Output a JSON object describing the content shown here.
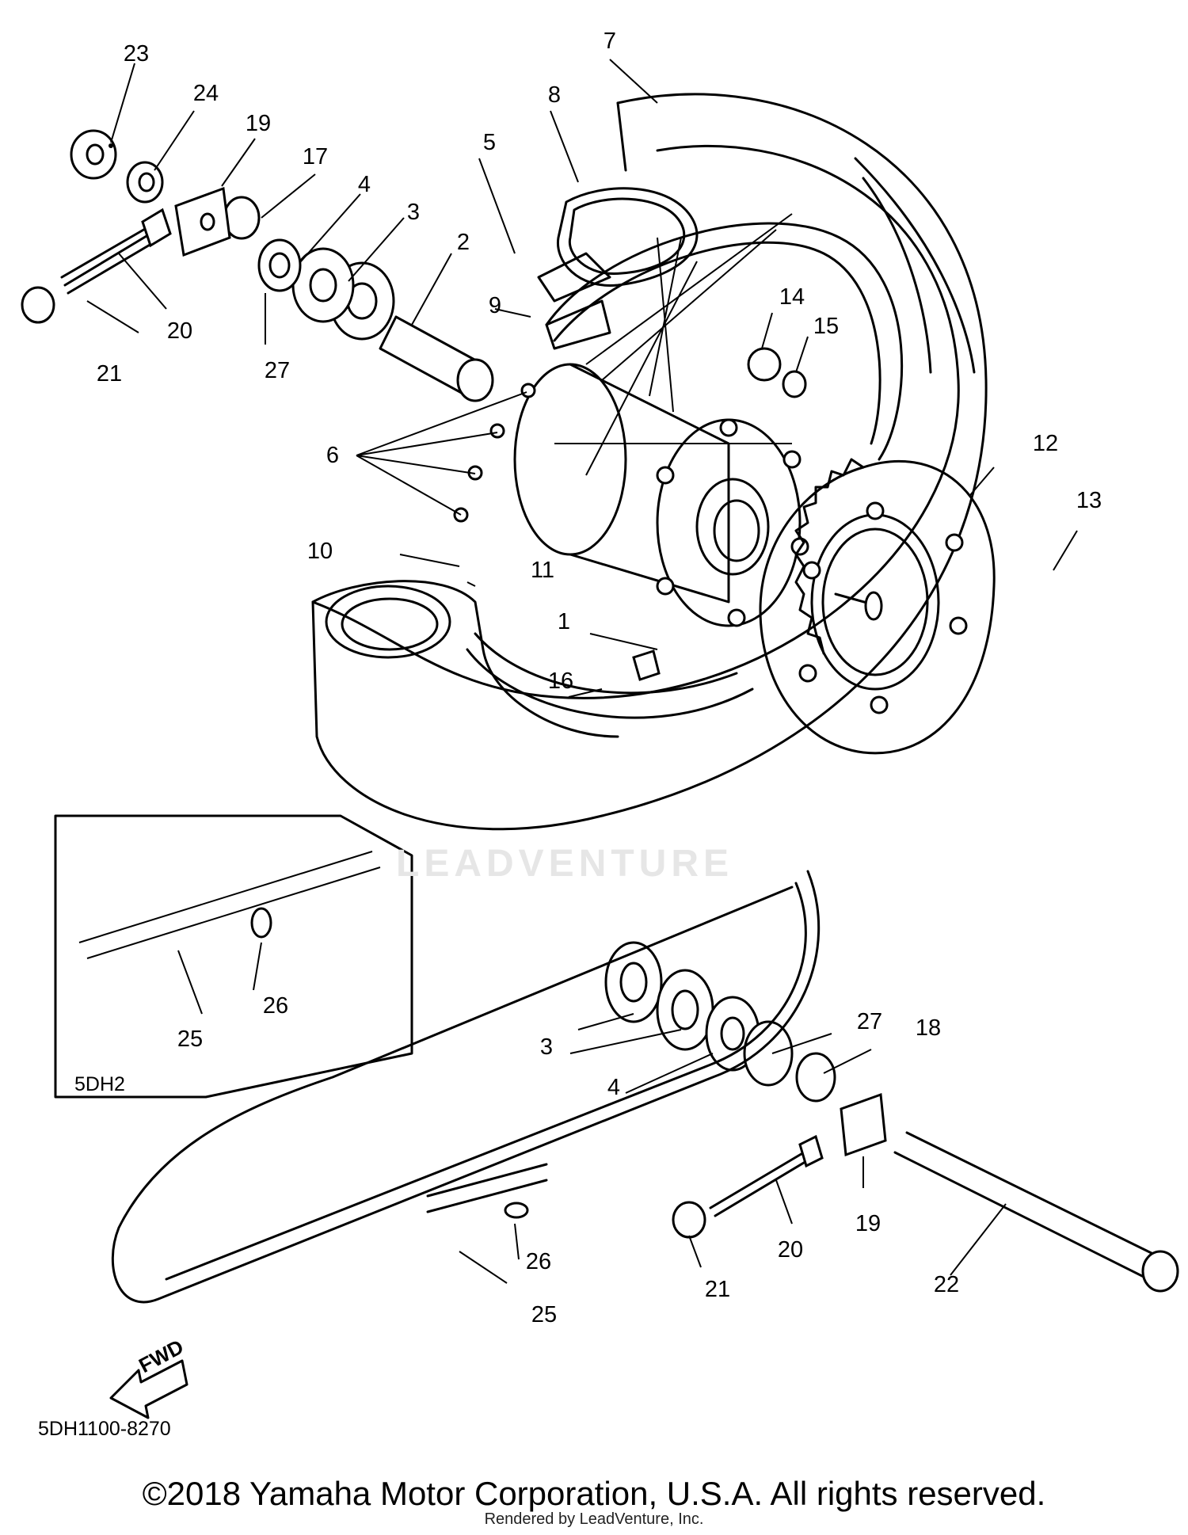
{
  "diagram": {
    "callouts": [
      "1",
      "2",
      "3",
      "4",
      "5",
      "6",
      "7",
      "8",
      "9",
      "10",
      "11",
      "12",
      "13",
      "14",
      "15",
      "16",
      "17",
      "18",
      "19",
      "20",
      "21",
      "22",
      "23",
      "24",
      "25",
      "26",
      "27"
    ],
    "variant_label": "5DH2",
    "drawing_code": "5DH1100-8270",
    "fwd_arrow": "FWD",
    "watermark": "LEADVENTURE",
    "copyright": "©2018 Yamaha Motor Corporation, U.S.A. All rights reserved.",
    "rendered_by": "Rendered by LeadVenture, Inc."
  }
}
